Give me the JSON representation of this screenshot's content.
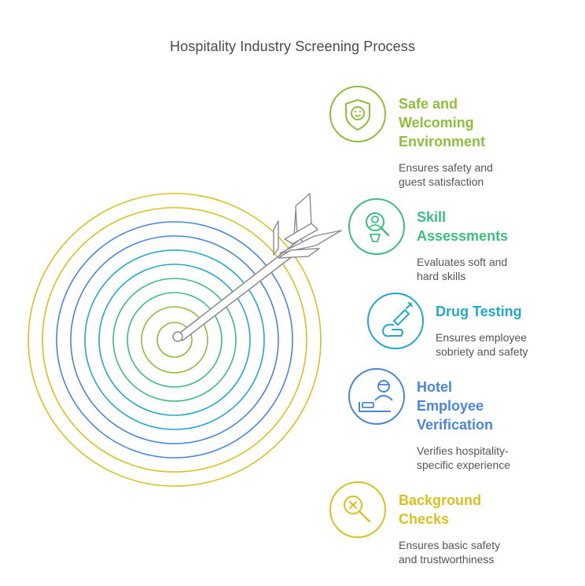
{
  "title": "Hospitality Industry Screening Process",
  "colors": {
    "lime": "#8DBE3C",
    "green": "#3CBE7E",
    "teal": "#22A9C9",
    "blue": "#4A86D8",
    "yellow": "#D8C11F",
    "arrow": "#8a8a8a"
  },
  "steps": [
    {
      "key": "safe",
      "icon": "shield-smiley-icon",
      "color": "#8DBE3C",
      "title_lines": [
        "Safe and",
        "Welcoming",
        "Environment"
      ],
      "desc_lines": [
        "Ensures safety and",
        "guest satisfaction"
      ]
    },
    {
      "key": "skill",
      "icon": "person-magnifier-icon",
      "color": "#3CBE7E",
      "title_lines": [
        "Skill",
        "Assessments"
      ],
      "desc_lines": [
        "Evaluates soft and",
        "hard skills"
      ]
    },
    {
      "key": "drug",
      "icon": "syringe-icon",
      "color": "#22A9C9",
      "title_lines": [
        "Drug Testing"
      ],
      "desc_lines": [
        "Ensures employee",
        "sobriety and safety"
      ]
    },
    {
      "key": "hotel",
      "icon": "hotel-staff-icon",
      "color": "#4A86D8",
      "title_lines": [
        "Hotel",
        "Employee",
        "Verification"
      ],
      "desc_lines": [
        "Verifies hospitality-",
        "specific experience"
      ]
    },
    {
      "key": "background",
      "icon": "magnifier-x-icon",
      "color": "#D8C11F",
      "title_lines": [
        "Background",
        "Checks"
      ],
      "desc_lines": [
        "Ensures basic safety",
        "and trustworthiness"
      ]
    }
  ]
}
